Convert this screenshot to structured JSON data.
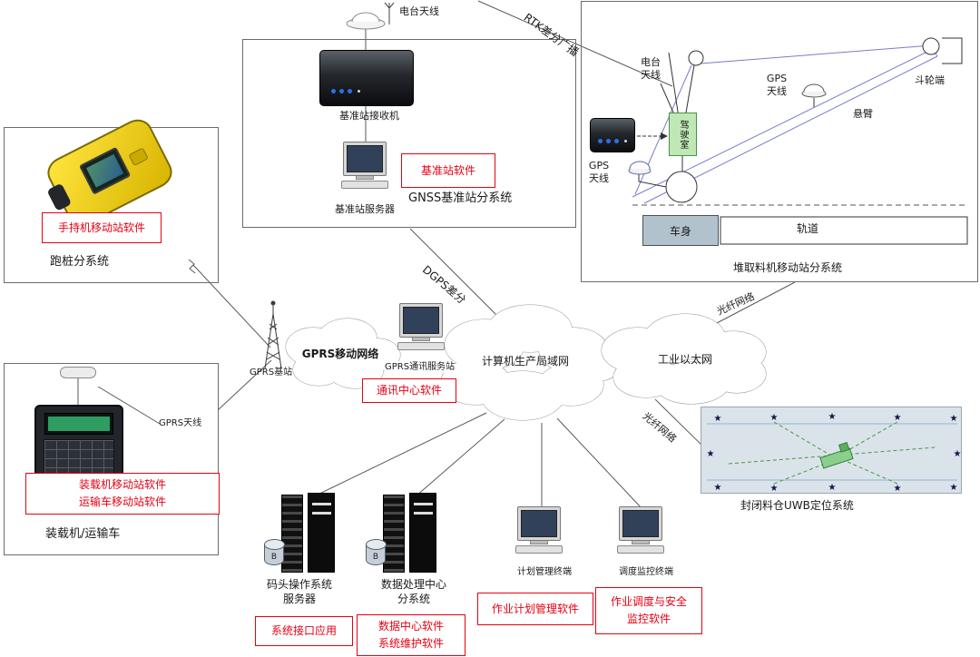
{
  "gnss": {
    "antenna_label": "电台天线",
    "receiver_label": "基准站接收机",
    "software": "基准站软件",
    "server_label": "基准站服务器",
    "title": "GNSS基准站分系统"
  },
  "stacker": {
    "rtk_label": "RTK差分广播",
    "radio_antenna": "电台\n天线",
    "gps_boom": "GPS\n天线",
    "bucket_end": "斗轮端",
    "boom": "悬臂",
    "cab": "驾驶室",
    "gps_body": "GPS\n天线",
    "body": "车身",
    "track": "轨道",
    "title": "堆取料机移动站分系统"
  },
  "handheld": {
    "software": "手持机移动站软件",
    "title": "跑桩分系统"
  },
  "loader": {
    "antenna_label": "GPRS天线",
    "software": "装载机移动站软件\n运输车移动站软件",
    "title": "装载机/运输车"
  },
  "network": {
    "gprs_cloud": "GPRS移动网络",
    "gprs_base": "GPRS基站",
    "gprs_server": "GPRS通讯服务站",
    "comm_software": "通讯中心软件",
    "dgps": "DGPS差分",
    "lan_cloud": "计算机生产局域网",
    "eth_cloud": "工业以太网",
    "fiber_top": "光纤网络",
    "fiber_bottom": "光纤网络"
  },
  "uwb": {
    "title": "封闭料仓UWB定位系统"
  },
  "bottom": {
    "dock_label": "码头操作系统\n服务器",
    "dock_software": "系统接口应用",
    "data_label": "数据处理中心\n分系统",
    "data_software": "数据中心软件\n系统维护软件",
    "plan_label": "计划管理终端",
    "plan_software": "作业计划管理软件",
    "dispatch_label": "调度监控终端",
    "dispatch_software": "作业调度与安全\n监控软件"
  },
  "db": {
    "label": "B"
  },
  "colors": {
    "accent_red": "#e60012",
    "cab_green": "#bfe8b4",
    "body_blue_gray": "#b2c2cd",
    "cloud_stroke": "#999999",
    "structure_blue": "#7a7ad0"
  }
}
